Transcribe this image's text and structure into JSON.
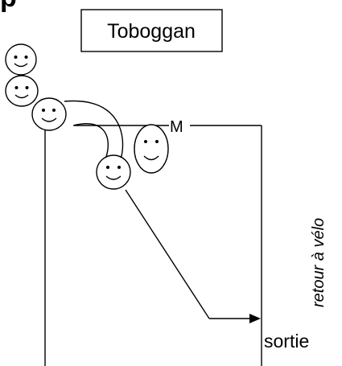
{
  "title_box": {
    "text": "Toboggan"
  },
  "labels": {
    "top_fragment": "p",
    "M": "M",
    "side": "retour à vélo",
    "exit": "sortie"
  },
  "figures": [
    {
      "name": "smiley-top",
      "face": "smiley-icon"
    },
    {
      "name": "smiley-second",
      "face": "smiley-icon"
    },
    {
      "name": "smiley-at-slide-start",
      "face": "smiley-icon"
    },
    {
      "name": "smiley-on-slide",
      "face": "smiley-icon"
    },
    {
      "name": "smiley-standing",
      "face": "smiley-icon"
    }
  ],
  "colors": {
    "ink": "#000000",
    "background": "#ffffff"
  }
}
